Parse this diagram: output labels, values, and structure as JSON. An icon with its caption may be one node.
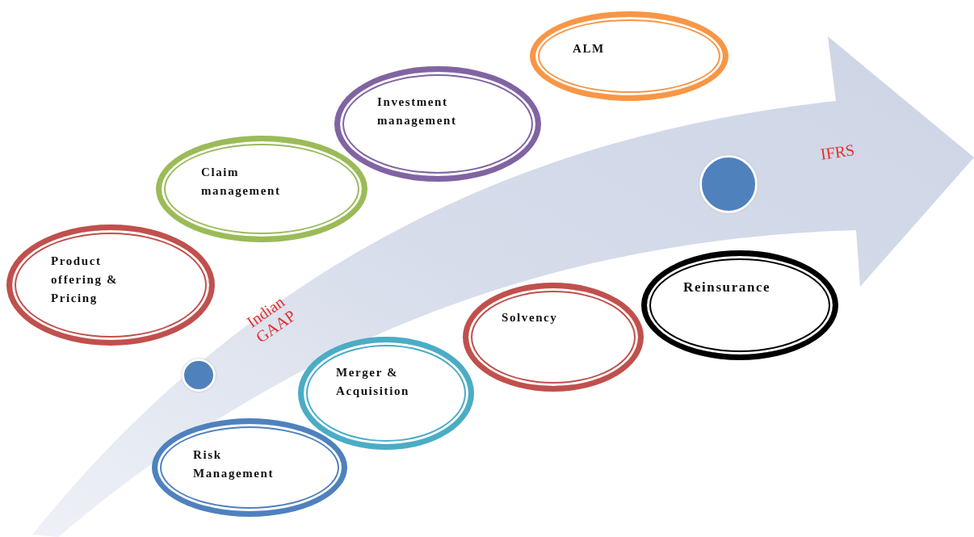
{
  "diagram": {
    "nodes": [
      {
        "text": [
          "Product offering & Pricing"
        ]
      },
      {
        "text": [
          "Claim management"
        ]
      },
      {
        "text": [
          "Investment management"
        ]
      },
      {
        "text": [
          "ALM"
        ]
      },
      {
        "text": [
          "Risk Management"
        ]
      },
      {
        "text": [
          "Merger & Acquisition"
        ]
      },
      {
        "text": [
          "Solvency"
        ]
      },
      {
        "text": [
          "Reinsurance"
        ]
      },
      {
        "text": [],
        "shape": "circle"
      },
      {
        "text": [],
        "shape": "circle"
      }
    ],
    "edges": [],
    "labels": [
      "Indian GAAP",
      "IFRS"
    ]
  }
}
